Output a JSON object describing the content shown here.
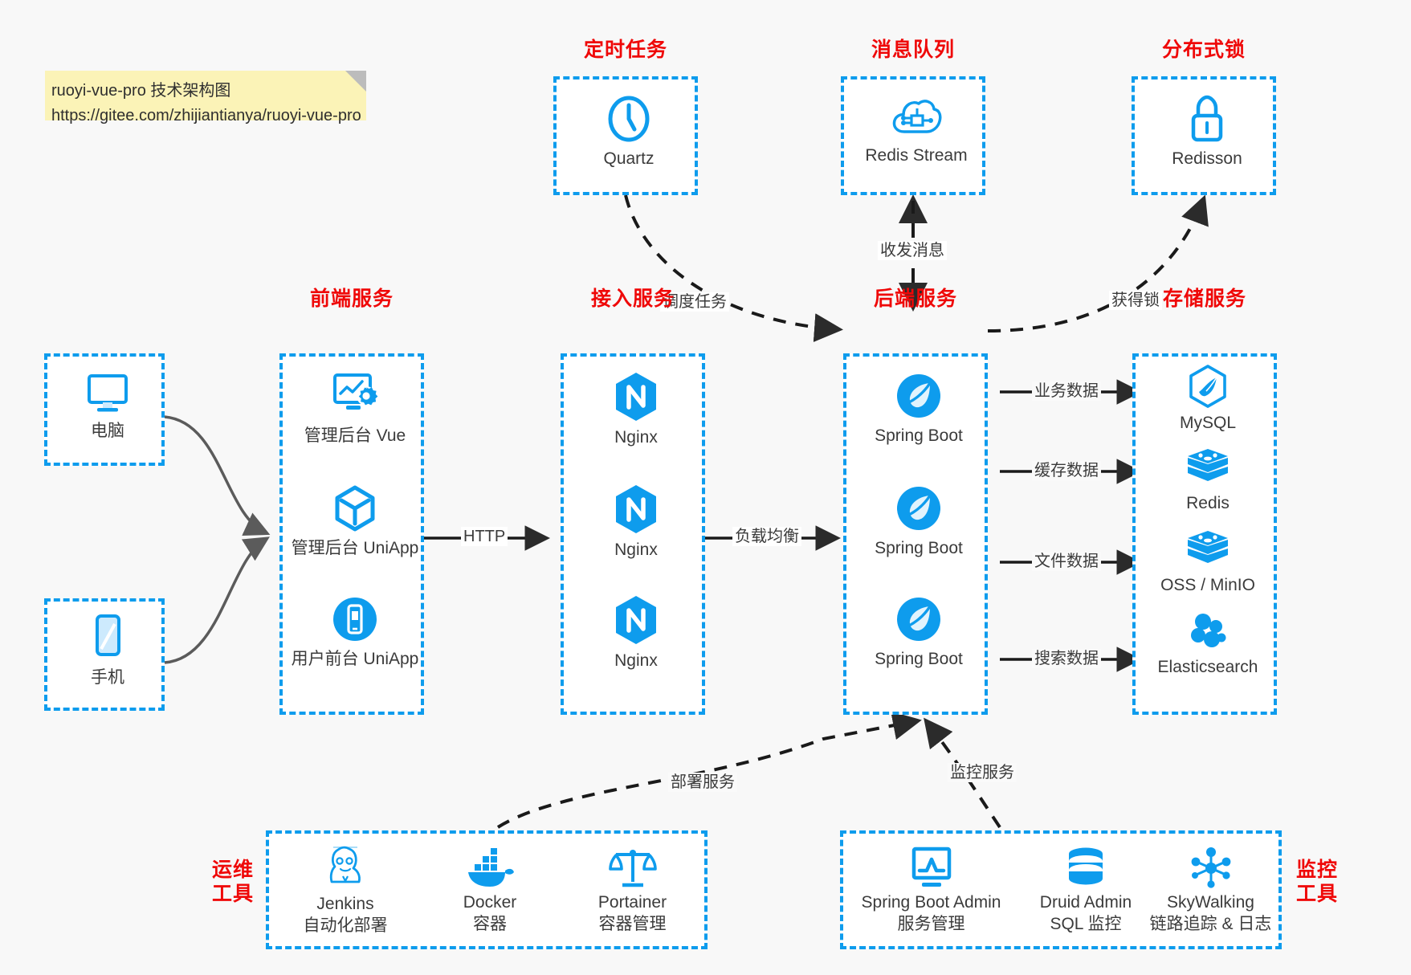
{
  "note": {
    "line1": "ruoyi-vue-pro 技术架构图",
    "line2": "https://gitee.com/zhijiantianya/ruoyi-vue-pro"
  },
  "colors": {
    "accent_blue": "#0e9ced",
    "title_red": "#ef0808",
    "text_gray": "#3b3b3b",
    "note_yellow": "#fbf3b7",
    "background": "#f8f8f8"
  },
  "groups": {
    "scheduled_task": {
      "title": "定时任务",
      "items": [
        {
          "label": "Quartz",
          "icon": "clock-icon"
        }
      ]
    },
    "message_queue": {
      "title": "消息队列",
      "items": [
        {
          "label": "Redis Stream",
          "icon": "cloud-node-icon"
        }
      ]
    },
    "distributed_lock": {
      "title": "分布式锁",
      "items": [
        {
          "label": "Redisson",
          "icon": "lock-icon"
        }
      ]
    },
    "clients": {
      "items": [
        {
          "label": "电脑",
          "icon": "desktop-icon"
        },
        {
          "label": "手机",
          "icon": "mobile-icon"
        }
      ]
    },
    "frontend": {
      "title": "前端服务",
      "items": [
        {
          "label": "管理后台 Vue",
          "icon": "dashboard-gear-icon"
        },
        {
          "label": "管理后台 UniApp",
          "icon": "cube-icon"
        },
        {
          "label": "用户前台 UniApp",
          "icon": "phone-app-icon"
        }
      ]
    },
    "gateway": {
      "title": "接入服务",
      "items": [
        {
          "label": "Nginx",
          "icon": "nginx-icon"
        },
        {
          "label": "Nginx",
          "icon": "nginx-icon"
        },
        {
          "label": "Nginx",
          "icon": "nginx-icon"
        }
      ]
    },
    "backend": {
      "title": "后端服务",
      "items": [
        {
          "label": "Spring Boot",
          "icon": "spring-boot-icon"
        },
        {
          "label": "Spring Boot",
          "icon": "spring-boot-icon"
        },
        {
          "label": "Spring Boot",
          "icon": "spring-boot-icon"
        }
      ]
    },
    "storage": {
      "title": "存储服务",
      "items": [
        {
          "label": "MySQL",
          "icon": "mysql-dolphin-icon"
        },
        {
          "label": "Redis",
          "icon": "redis-stack-icon"
        },
        {
          "label": "OSS / MinIO",
          "icon": "redis-stack-icon"
        },
        {
          "label": "Elasticsearch",
          "icon": "elasticsearch-icon"
        }
      ]
    },
    "devops": {
      "title_line1": "运维",
      "title_line2": "工具",
      "items": [
        {
          "name": "Jenkins",
          "desc": "自动化部署",
          "icon": "jenkins-butler-icon"
        },
        {
          "name": "Docker",
          "desc": "容器",
          "icon": "docker-whale-icon"
        },
        {
          "name": "Portainer",
          "desc": "容器管理",
          "icon": "scales-icon"
        }
      ]
    },
    "monitoring": {
      "title_line1": "监控",
      "title_line2": "工具",
      "items": [
        {
          "name": "Spring Boot Admin",
          "desc": "服务管理",
          "icon": "monitor-chart-icon"
        },
        {
          "name": "Druid Admin",
          "desc": "SQL 监控",
          "icon": "database-icon"
        },
        {
          "name": "SkyWalking",
          "desc": "链路追踪 & 日志",
          "icon": "skywalking-node-icon"
        }
      ]
    }
  },
  "edges": {
    "http": "HTTP",
    "load_balance": "负载均衡",
    "schedule_task": "调度任务",
    "send_receive_message": "收发消息",
    "acquire_lock": "获得锁",
    "business_data": "业务数据",
    "cache_data": "缓存数据",
    "file_data": "文件数据",
    "search_data": "搜索数据",
    "deploy_service": "部署服务",
    "monitor_service": "监控服务"
  }
}
